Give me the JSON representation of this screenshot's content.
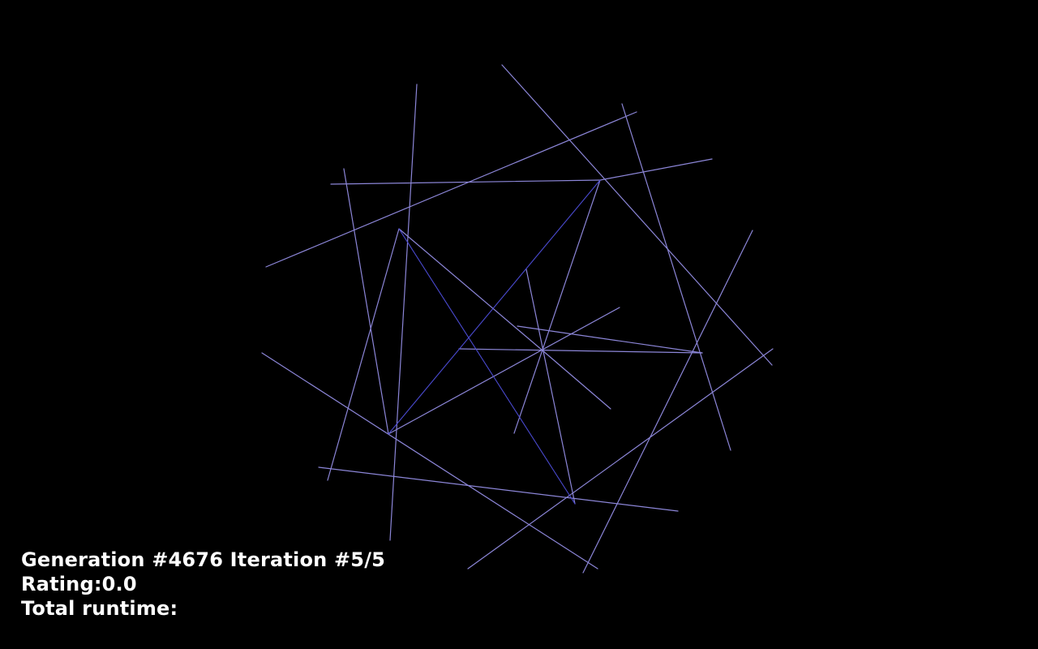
{
  "hud": {
    "generation_line": "Generation #4676 Iteration #5/5",
    "rating_line": "Rating:0.0",
    "runtime_line": "Total runtime:"
  },
  "colors": {
    "background": "#000000",
    "line_light": "#8c86d8",
    "line_dark": "#4a4ad0",
    "hud_text": "#ffffff"
  }
}
